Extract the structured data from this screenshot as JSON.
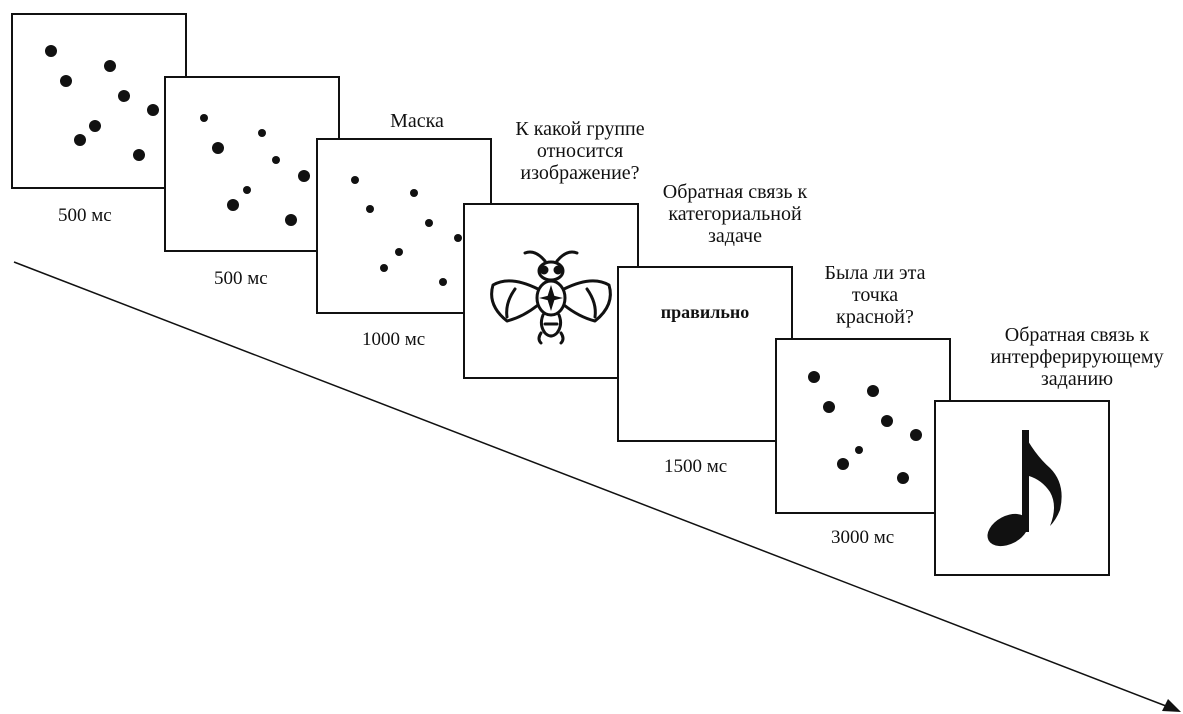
{
  "frames": [
    {
      "kind": "dots",
      "duration": "500 мс",
      "label": ""
    },
    {
      "kind": "dots",
      "duration": "500 мс",
      "label": ""
    },
    {
      "kind": "dots",
      "duration": "1000 мс",
      "label": "Маска"
    },
    {
      "kind": "image",
      "icon": "fly-icon",
      "duration": "",
      "label": [
        "К какой группе",
        "относится",
        "изображение?"
      ]
    },
    {
      "kind": "word",
      "word": "правильно",
      "duration": "1500 мс",
      "label": [
        "Обратная связь к",
        "категориальной",
        "задаче"
      ]
    },
    {
      "kind": "dots",
      "duration": "3000 мс",
      "label": [
        "Была ли эта",
        "точка",
        "красной?"
      ]
    },
    {
      "kind": "image",
      "icon": "music-note-icon",
      "duration": "",
      "label": [
        "Обратная связь к",
        "интерферирующему",
        "заданию"
      ]
    }
  ],
  "time_axis": {
    "icon": "time-arrow"
  },
  "colors": {
    "ink": "#111111",
    "background": "#ffffff"
  }
}
